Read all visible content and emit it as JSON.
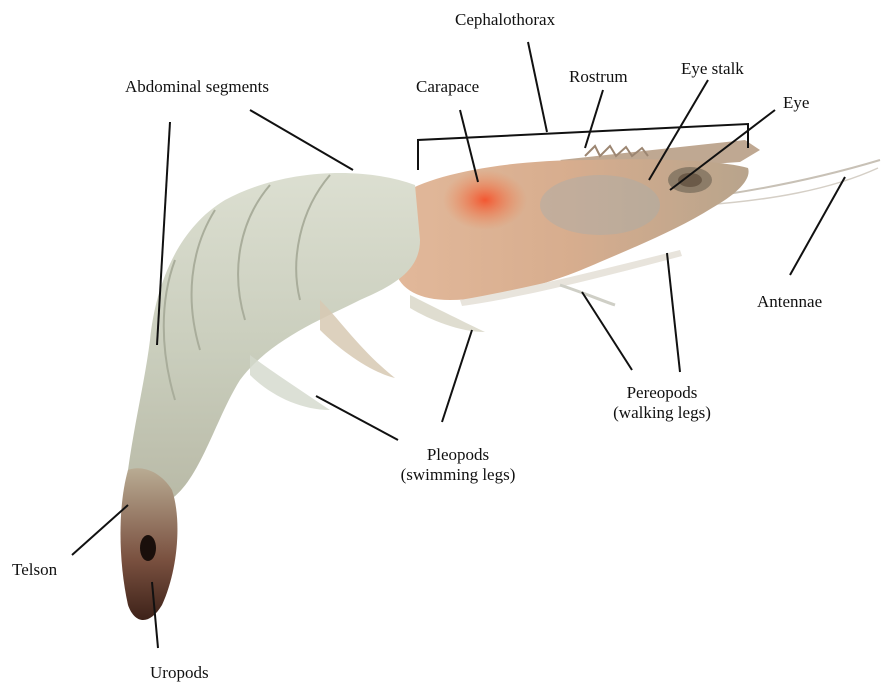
{
  "labels": {
    "cephalothorax": "Cephalothorax",
    "abdominal_segments": "Abdominal segments",
    "carapace": "Carapace",
    "rostrum": "Rostrum",
    "eye_stalk": "Eye stalk",
    "eye": "Eye",
    "antennae": "Antennae",
    "pereopods_line1": "Pereopods",
    "pereopods_line2": "(walking legs)",
    "pleopods_line1": "Pleopods",
    "pleopods_line2": "(swimming legs)",
    "telson": "Telson",
    "uropods": "Uropods"
  },
  "colors": {
    "background": "#ffffff",
    "body_translucent": "#cfd2c2",
    "carapace_tan": "#d9a886",
    "carapace_red": "#f0623a",
    "tail_dark": "#4a2c22",
    "leader_line": "#111111"
  }
}
